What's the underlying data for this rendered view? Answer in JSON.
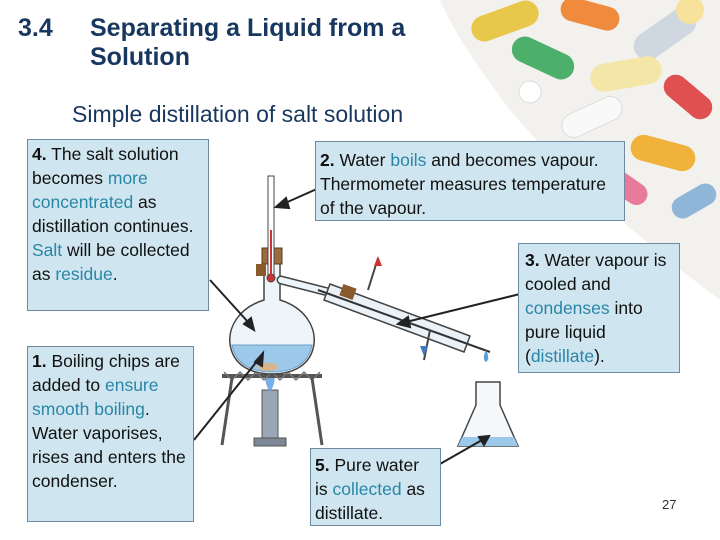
{
  "header": {
    "section_number": "3.4",
    "title": "Separating a Liquid from a Solution"
  },
  "subtitle": "Simple distillation of salt solution",
  "callouts": {
    "box4": {
      "num": "4.",
      "parts": [
        " The salt solution becomes ",
        "more concentrated",
        " as distillation continues. ",
        "Salt",
        " will be collected as ",
        "residue",
        "."
      ]
    },
    "box1": {
      "num": "1.",
      "parts": [
        " Boiling chips are added to ",
        "ensure smooth boiling",
        ". Water vaporises, rises and enters the condenser."
      ]
    },
    "box2": {
      "num": "2.",
      "parts": [
        " Water ",
        "boils",
        " and becomes vapour. Thermometer measures temperature of the vapour."
      ]
    },
    "box3": {
      "num": "3.",
      "parts": [
        " Water vapour is cooled and ",
        "condenses",
        " into pure liquid (",
        "distillate",
        ")."
      ]
    },
    "box5": {
      "num": "5.",
      "parts": [
        " Pure water is ",
        "collected",
        " as distillate."
      ]
    }
  },
  "page_number": "27",
  "colors": {
    "title": "#17375e",
    "highlight": "#2a86a8",
    "callout_bg": "#cfe5ef"
  }
}
